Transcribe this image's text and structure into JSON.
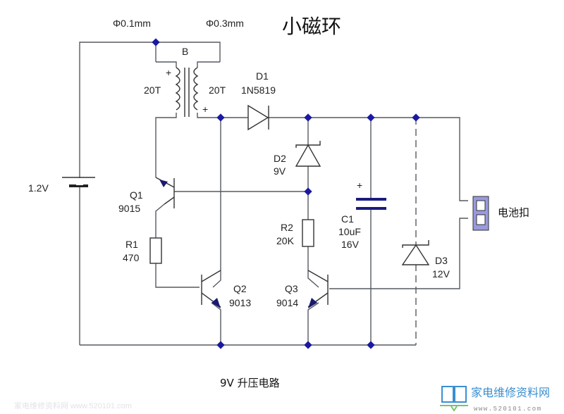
{
  "title": "小磁环",
  "caption": "9V 升压电路",
  "wire_labels": {
    "wire1": "Φ0.1mm",
    "wire2": "Φ0.3mm"
  },
  "transformer": {
    "ref": "B",
    "primary_turns": "20T",
    "secondary_turns": "20T",
    "plus": "+"
  },
  "battery": {
    "voltage": "1.2V"
  },
  "components": {
    "d1": {
      "ref": "D1",
      "value": "1N5819"
    },
    "d2": {
      "ref": "D2",
      "value": "9V"
    },
    "d3": {
      "ref": "D3",
      "value": "12V"
    },
    "q1": {
      "ref": "Q1",
      "value": "9015"
    },
    "q2": {
      "ref": "Q2",
      "value": "9013"
    },
    "q3": {
      "ref": "Q3",
      "value": "9014"
    },
    "r1": {
      "ref": "R1",
      "value": "470"
    },
    "r2": {
      "ref": "R2",
      "value": "20K"
    },
    "c1": {
      "ref": "C1",
      "value": "10uF",
      "voltage": "16V",
      "plus": "+"
    }
  },
  "connector": {
    "label": "电池扣"
  },
  "logo": {
    "name": "家电维修资料网",
    "url": "www.520101.com"
  },
  "watermark": "家电维修资料网 www.520101.com",
  "colors": {
    "node": "#1a1aa0",
    "connector": "#9a9ae0",
    "logo_blue": "#3a8fd0",
    "logo_red": "#e03030"
  }
}
